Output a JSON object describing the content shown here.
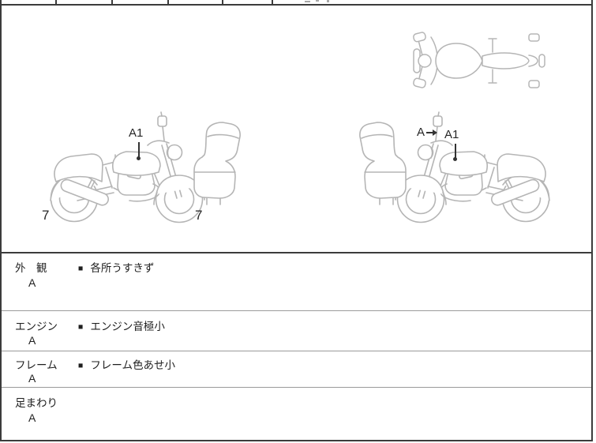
{
  "sheet": {
    "diagram": {
      "left_bike": {
        "tank_label": "A1",
        "rear_wheel_label": "7",
        "front_wheel_label": "7"
      },
      "right_bike": {
        "mirror_label": "A",
        "tank_label": "A1"
      }
    },
    "inspection_table": {
      "rows": [
        {
          "category": "外　観",
          "grade": "A",
          "bullet": "■",
          "comment": "各所うすきず"
        },
        {
          "category": "エンジン",
          "grade": "A",
          "bullet": "■",
          "comment": "エンジン音極小"
        },
        {
          "category": "フレーム",
          "grade": "A",
          "bullet": "■",
          "comment": "フレーム色あせ小"
        },
        {
          "category": "足まわり",
          "grade": "A",
          "bullet": "",
          "comment": ""
        }
      ]
    }
  },
  "colors": {
    "border_dark": "#3c3c3c",
    "row_separator": "#9a9a9a",
    "artwork_line": "#b5b5b5",
    "text": "#1f1f1f"
  }
}
